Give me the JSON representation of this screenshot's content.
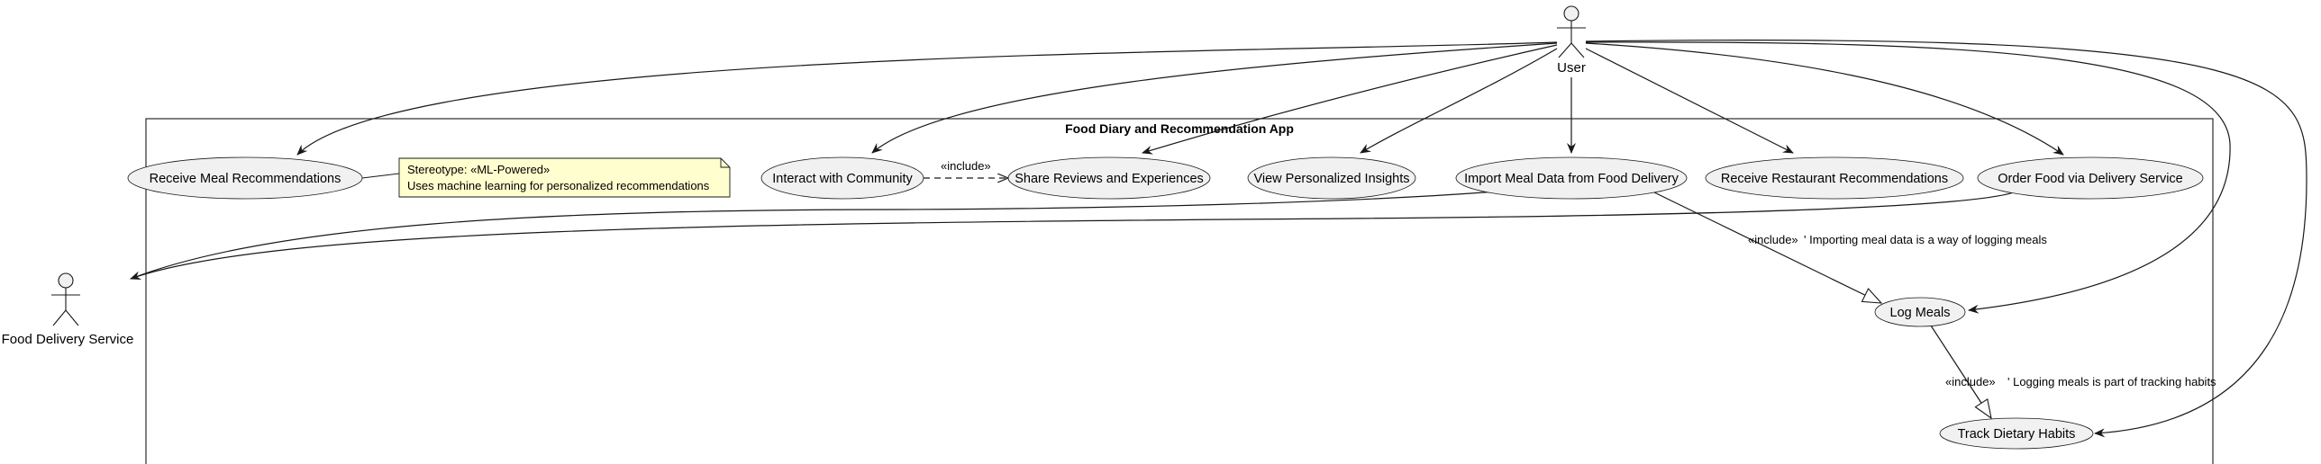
{
  "system": {
    "title": "Food Diary and Recommendation App"
  },
  "actors": {
    "user": "User",
    "delivery": "Food Delivery Service"
  },
  "use_cases": {
    "receive_meal": "Receive Meal Recommendations",
    "interact": "Interact with Community",
    "share": "Share Reviews and Experiences",
    "insights": "View Personalized Insights",
    "import": "Import Meal Data from Food Delivery",
    "restaurant": "Receive Restaurant Recommendations",
    "order": "Order Food via Delivery Service",
    "log": "Log Meals",
    "track": "Track Dietary Habits"
  },
  "note": {
    "line1": "Stereotype: «ML-Powered»",
    "line2": "Uses machine learning for personalized recommendations"
  },
  "relations": {
    "include_share": "«include»",
    "include_import": "«include»",
    "import_comment": "' Importing meal data is a way of logging meals",
    "include_log": "«include»",
    "log_comment": "' Logging meals is part of tracking habits"
  }
}
